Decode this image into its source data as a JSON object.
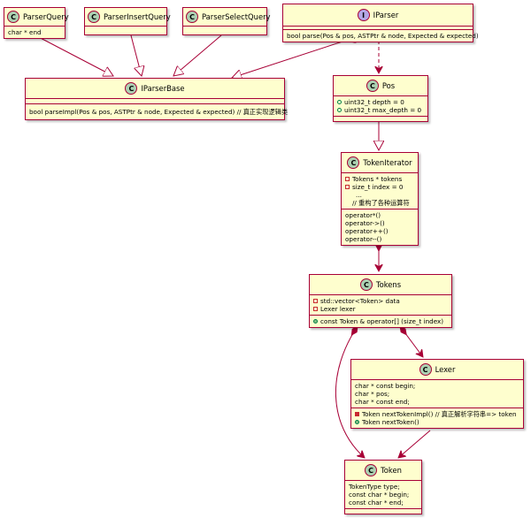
{
  "classes": {
    "parser_query": {
      "letter": "C",
      "name": "ParserQuery",
      "fields": [
        "char * end"
      ]
    },
    "parser_insert_query": {
      "letter": "C",
      "name": "ParserInsertQuery"
    },
    "parser_select_query": {
      "letter": "C",
      "name": "ParserSelectQuery"
    },
    "iparser": {
      "letter": "I",
      "name": "IParser",
      "methods": [
        "bool parse(Pos & pos, ASTPtr & node, Expected & expected)"
      ]
    },
    "iparser_base": {
      "letter": "C",
      "name": "IParserBase",
      "methods": [
        "bool parseImpl(Pos & pos, ASTPtr & node, Expected & expected) // 真正实现逻辑类"
      ]
    },
    "pos": {
      "letter": "C",
      "name": "Pos",
      "fields": [
        "uint32_t depth = 0",
        "uint32_t max_depth = 0"
      ]
    },
    "token_iterator": {
      "letter": "C",
      "name": "TokenIterator",
      "fields": [
        "Tokens * tokens",
        "size_t index = 0",
        "...",
        "// 重构了各种运算符"
      ],
      "methods": [
        "operator*()",
        "operator->()",
        "operator++()",
        "operator--()"
      ]
    },
    "tokens": {
      "letter": "C",
      "name": "Tokens",
      "fields": [
        "std::vector<Token> data",
        "Lexer lexer"
      ],
      "methods": [
        "const Token & operator[] (size_t index)"
      ]
    },
    "lexer": {
      "letter": "C",
      "name": "Lexer",
      "fields": [
        "char * const begin;",
        "char * pos;",
        "char * const end;"
      ],
      "methods": [
        "Token nextTokenImpl() // 真正解析字符串=> token",
        "Token nextToken()"
      ]
    },
    "token": {
      "letter": "C",
      "name": "Token",
      "fields": [
        "TokenType type;",
        "const char * begin;",
        "const char * end;"
      ]
    }
  }
}
